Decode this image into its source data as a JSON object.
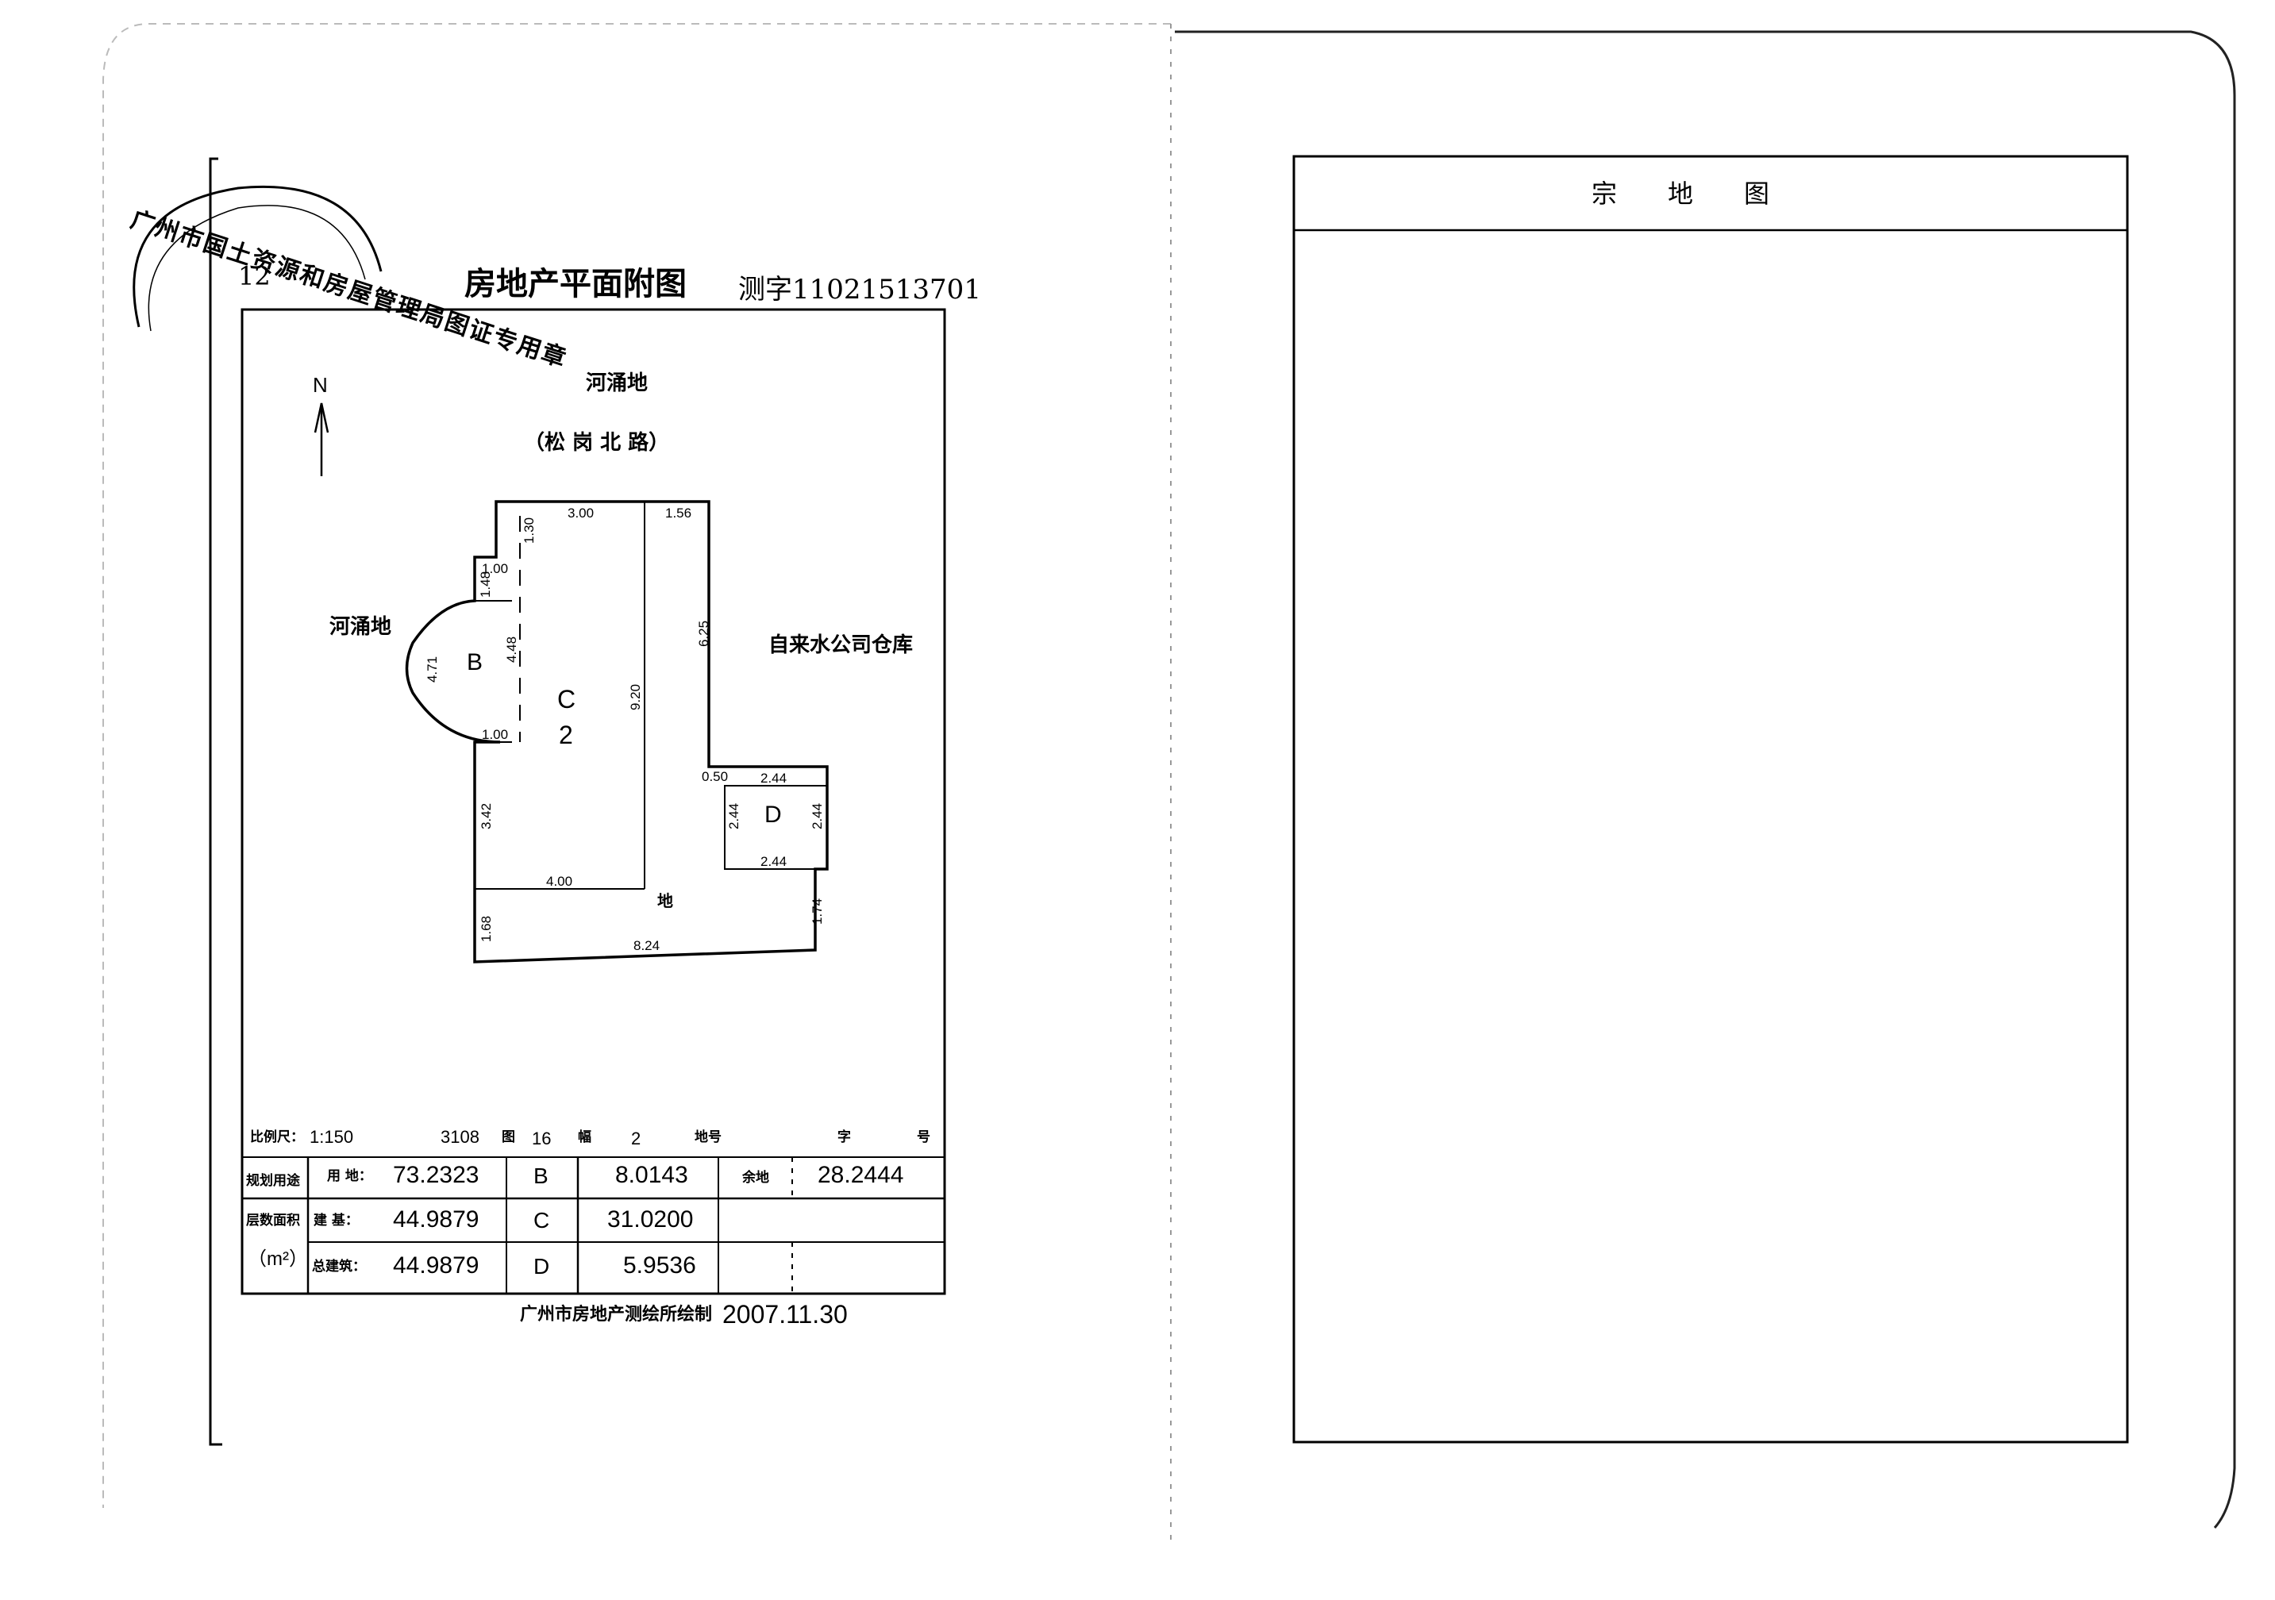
{
  "left_page": {
    "seal": {
      "text": "广州市国土资源和房屋管理局图证专用章",
      "number": "12"
    },
    "title": "房地产平面附图",
    "survey_code": "测字11021513701",
    "north_label": "N",
    "plan": {
      "north_neighbor": "河涌地",
      "road": "（松 岗 北 路）",
      "west_neighbor": "河涌地",
      "east_neighbor": "自来水公司仓库",
      "ground_label": "地",
      "zones": {
        "b": "B",
        "c": "C",
        "c_sub": "2",
        "d": "D"
      },
      "dims": {
        "top_c": "3.00",
        "top_right": "1.56",
        "c_left_top": "1.30",
        "b_top": "1.00",
        "b_side_top": "1.48",
        "b_side_mid": "4.48",
        "b_arc": "4.71",
        "b_bottom": "1.00",
        "c_height": "9.20",
        "east_upper": "6.25",
        "step": "0.50",
        "d_top": "2.44",
        "d_left": "2.44",
        "d_right": "2.44",
        "d_bottom": "2.44",
        "west_lower": "3.42",
        "c_bottom": "4.00",
        "east_lower": "1.74",
        "west_bottom": "1.68",
        "south": "8.24"
      }
    },
    "info_row": {
      "scale_label": "比例尺：",
      "scale_value": "1:150",
      "map_sheet_no": "3108",
      "map_label": "图",
      "sheet_no": "16",
      "sheet_label": "幅",
      "parcel_no": "2",
      "parcel_label": "地号",
      "word_label": "字",
      "number_label": "号"
    },
    "table": {
      "left_header": [
        "规划用途",
        "层数面积",
        "（m²）"
      ],
      "rows": [
        {
          "label": "用 地：",
          "value": "73.2323",
          "zone": "B",
          "zone_value": "8.0143",
          "extra_label": "余地",
          "extra_value": "28.2444"
        },
        {
          "label": "建 基：",
          "value": "44.9879",
          "zone": "C",
          "zone_value": "31.0200",
          "extra_label": "",
          "extra_value": ""
        },
        {
          "label": "总建筑：",
          "value": "44.9879",
          "zone": "D",
          "zone_value": "5.9536",
          "extra_label": "",
          "extra_value": ""
        }
      ]
    },
    "footer": {
      "issuer": "广州市房地产测绘所绘制",
      "date": "2007.11.30"
    }
  },
  "right_page": {
    "title": "宗　　地　　图"
  }
}
